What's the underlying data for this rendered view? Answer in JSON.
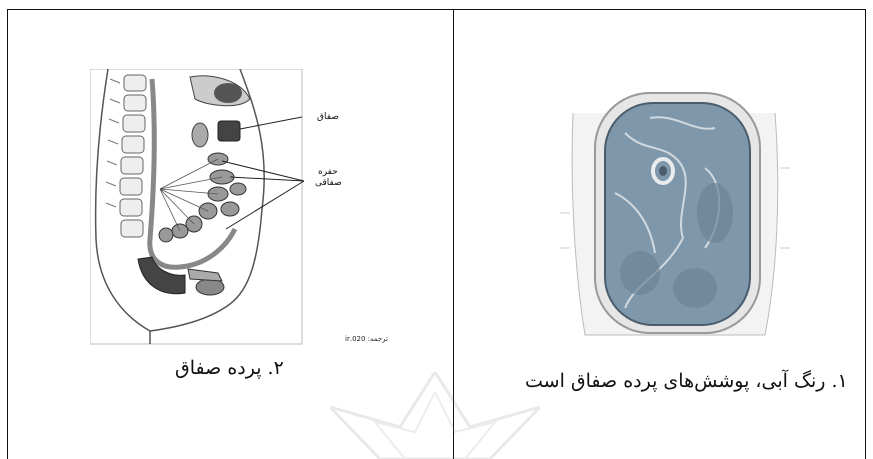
{
  "left_figure": {
    "label_peritoneum": "صفاق",
    "label_cavity_line1": "حفره",
    "label_cavity_line2": "صفاقی",
    "credit": "ترجمه: 020.ir",
    "caption": "۲. پرده صفاق"
  },
  "right_figure": {
    "caption": "۱. رنگ آبی، پوشش‌های پرده صفاق است"
  }
}
